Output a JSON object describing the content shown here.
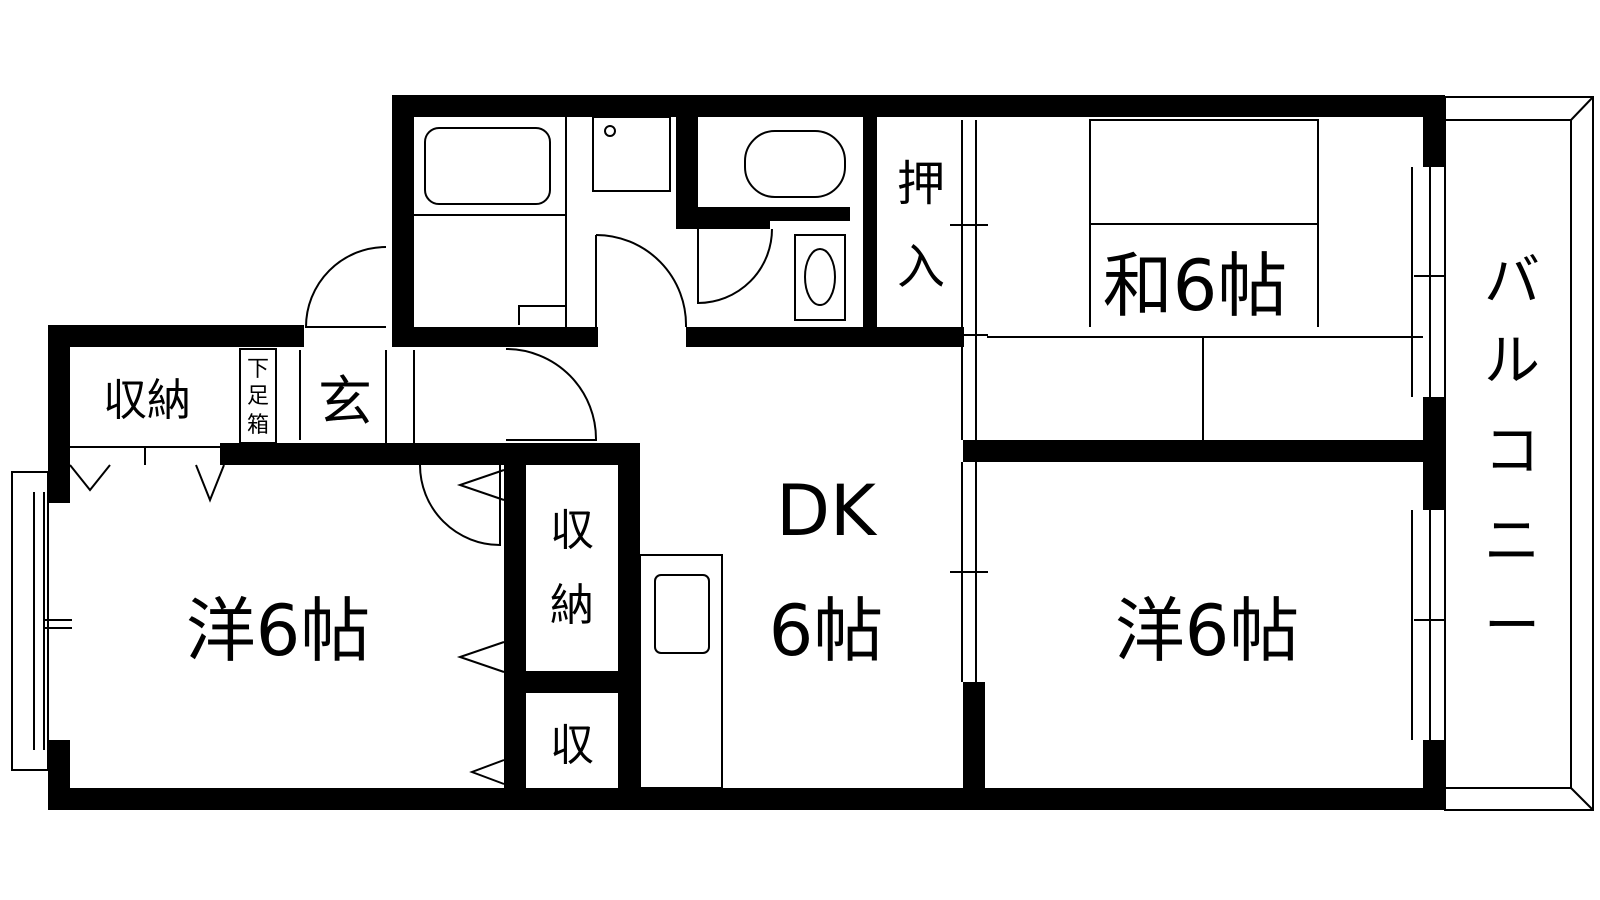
{
  "rooms": {
    "western_left": "洋6帖",
    "western_right": "洋6帖",
    "japanese": "和6帖",
    "dk_line1": "DK",
    "dk_line2": "6帖",
    "storage_top_left": "収納",
    "storage_center": "収納",
    "storage_small": "収",
    "closet_line1": "押",
    "closet_line2": "入",
    "entrance": "玄",
    "shoe_box": [
      "下",
      "足",
      "箱"
    ],
    "balcony": [
      "バ",
      "ル",
      "コ",
      "ニ",
      "ー"
    ]
  }
}
